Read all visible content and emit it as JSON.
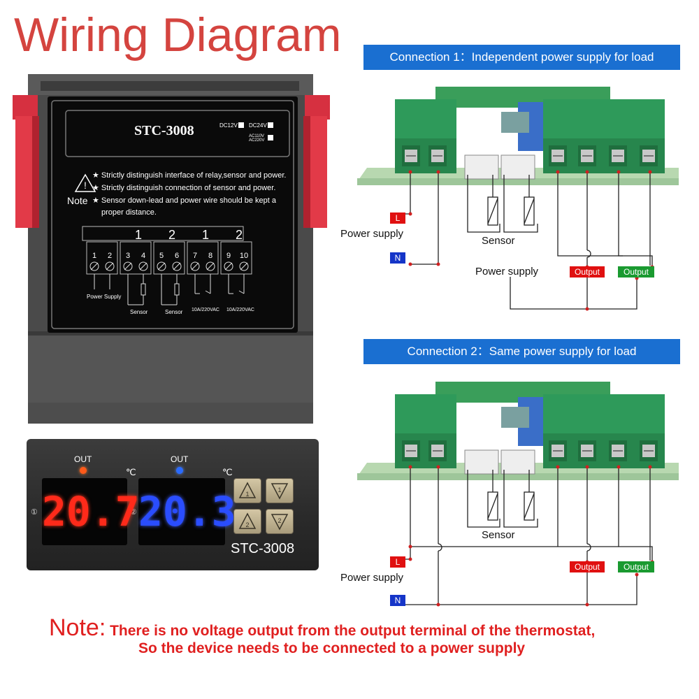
{
  "title": "Wiring Diagram",
  "device": {
    "model": "STC-3008",
    "power_options": [
      "DC12V",
      "DC24V",
      "AC110V AC220V"
    ],
    "notes_label": "Note",
    "notes": [
      "★ Strictly distinguish interface of relay,sensor and power.",
      "★ Strictly distinguish connection of sensor and power.",
      "★ Sensor down-lead and power wire should be kept a",
      "proper distance."
    ],
    "group_numbers": [
      "1",
      "2",
      "1",
      "2"
    ],
    "terminals": [
      "1",
      "2",
      "3",
      "4",
      "5",
      "6",
      "7",
      "8",
      "9",
      "10"
    ],
    "terminal_labels": {
      "power": "Power Supply",
      "sensor1": "Sensor",
      "sensor2": "Sensor",
      "relay1": "10A/220VAC",
      "relay2": "10A/220VAC"
    }
  },
  "front_panel": {
    "out_label_1": "OUT",
    "out_label_2": "OUT",
    "unit_1": "℃",
    "unit_2": "℃",
    "channel_1_marker": "①",
    "channel_2_marker": "②",
    "reading_1": "20.7",
    "reading_2": "20.3",
    "model": "STC-3008",
    "colors": {
      "reading_1": "#ff2a1a",
      "reading_2": "#2a4dff",
      "led_1": "#ff5a1a",
      "led_2": "#2a6bff"
    }
  },
  "connection_1": {
    "banner": "Connection 1：Independent power supply for load",
    "L": "L",
    "N": "N",
    "power_supply_label": "Power supply",
    "sensor_label": "Sensor",
    "load_power_label": "Power supply",
    "output_1": "Output",
    "output_2": "Output"
  },
  "connection_2": {
    "banner": "Connection 2：Same power supply for load",
    "L": "L",
    "N": "N",
    "power_supply_label": "Power supply",
    "sensor_label": "Sensor",
    "output_1": "Output",
    "output_2": "Output"
  },
  "note": {
    "lead": "Note:",
    "line1": " There is no voltage output from the output terminal of the thermostat,",
    "line2": "So the device needs to be connected to a power supply"
  },
  "colors": {
    "title": "#d4443f",
    "banner": "#1a6fd1",
    "L_tag": "#e01010",
    "N_tag": "#1535c8",
    "output_red": "#e01010",
    "output_green": "#1a9a30",
    "terminal_green": "#2e9a5a"
  }
}
